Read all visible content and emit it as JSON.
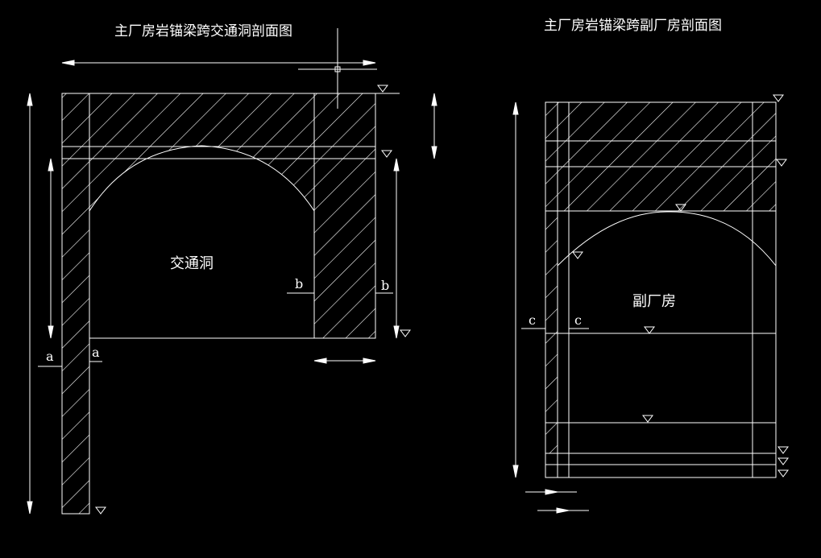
{
  "left_drawing": {
    "title": "主厂房岩锚梁跨交通洞剖面图",
    "room_label": "交通洞",
    "section_marks": [
      "a",
      "a",
      "b",
      "b"
    ]
  },
  "right_drawing": {
    "title": "主厂房岩锚梁跨副厂房剖面图",
    "room_label": "副厂房",
    "section_marks": [
      "c",
      "c"
    ]
  },
  "colors": {
    "background": "#000000",
    "line": "#ffffff"
  }
}
